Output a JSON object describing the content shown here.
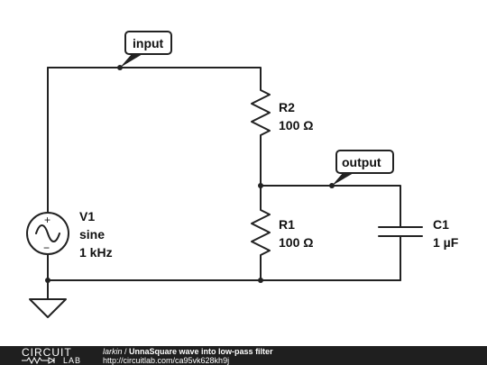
{
  "circuit": {
    "input_tag": "input",
    "output_tag": "output",
    "v1": {
      "name": "V1",
      "type": "sine",
      "value": "1 kHz",
      "plus": "+",
      "minus": "−"
    },
    "r2": {
      "name": "R2",
      "value": "100 Ω"
    },
    "r1": {
      "name": "R1",
      "value": "100 Ω"
    },
    "c1": {
      "name": "C1",
      "value": "1 µF"
    }
  },
  "footer": {
    "logo_top": "CIRCUIT",
    "logo_bottom": "LAB",
    "author": "larkin",
    "separator": " / ",
    "title": "UnnaSquare wave into low-pass filter",
    "url": "http://circuitlab.com/ca95vk628kh9j"
  },
  "colors": {
    "wire": "#222222",
    "footer_bg": "#1f1f1f",
    "text": "#111111"
  }
}
